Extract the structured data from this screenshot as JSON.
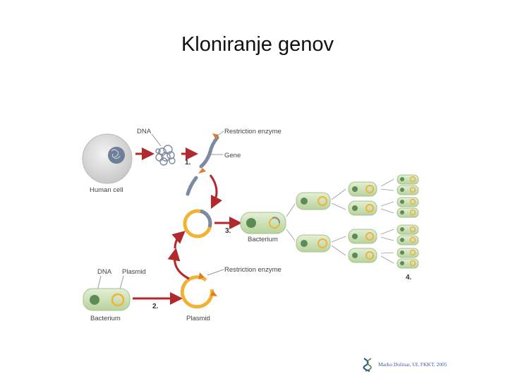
{
  "slide": {
    "title": "Kloniranje genov"
  },
  "labels": {
    "dna_top": "DNA",
    "restriction_enzyme_top": "Restriction enzyme",
    "gene": "Gene",
    "human_cell": "Human cell",
    "bacterium_mid": "Bacterium",
    "dna_bottom": "DNA",
    "plasmid_top": "Plasmid",
    "restriction_enzyme_bottom": "Restriction enzyme",
    "bacterium_bottom": "Bacterium",
    "plasmid_bottom": "Plasmid"
  },
  "steps": {
    "s1": "1.",
    "s2": "2.",
    "s3": "3.",
    "s4": "4."
  },
  "credit": {
    "text": "Marko Dolinar, UL FKKT, 2005"
  },
  "colors": {
    "arrow": "#b3282d",
    "plasmid": "#f2b233",
    "gene": "#7d8aa3",
    "bacterium": "#c7dfb2",
    "cell": "#dcdcdc"
  }
}
